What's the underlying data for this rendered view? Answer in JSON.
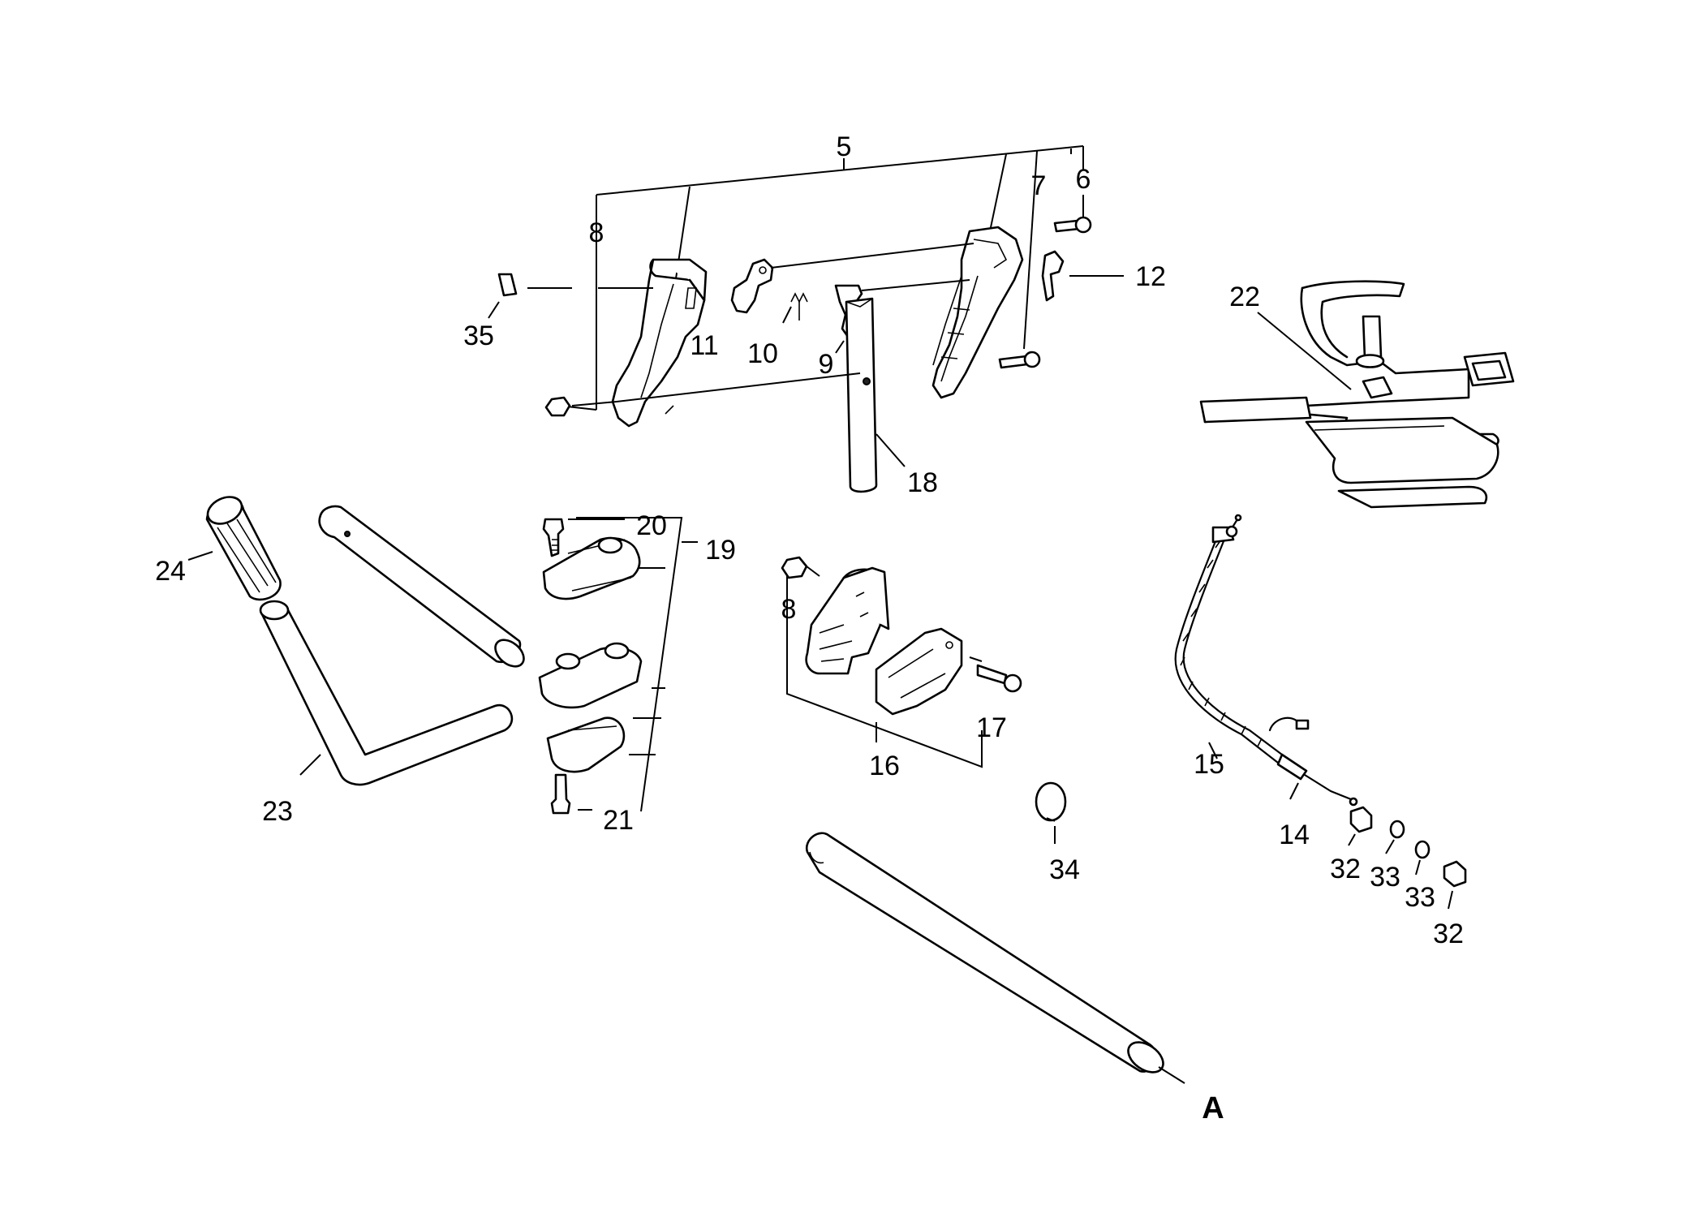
{
  "labels": {
    "l5": "5",
    "l6": "6",
    "l7": "7",
    "l8a": "8",
    "l8b": "8",
    "l9": "9",
    "l10": "10",
    "l11": "11",
    "l12": "12",
    "l14": "14",
    "l15": "15",
    "l16": "16",
    "l17": "17",
    "l18": "18",
    "l19": "19",
    "l20": "20",
    "l21": "21",
    "l22": "22",
    "l23": "23",
    "l24": "24",
    "l32a": "32",
    "l32b": "32",
    "l33a": "33",
    "l33b": "33",
    "l34": "34",
    "l35": "35",
    "lA": "A"
  }
}
